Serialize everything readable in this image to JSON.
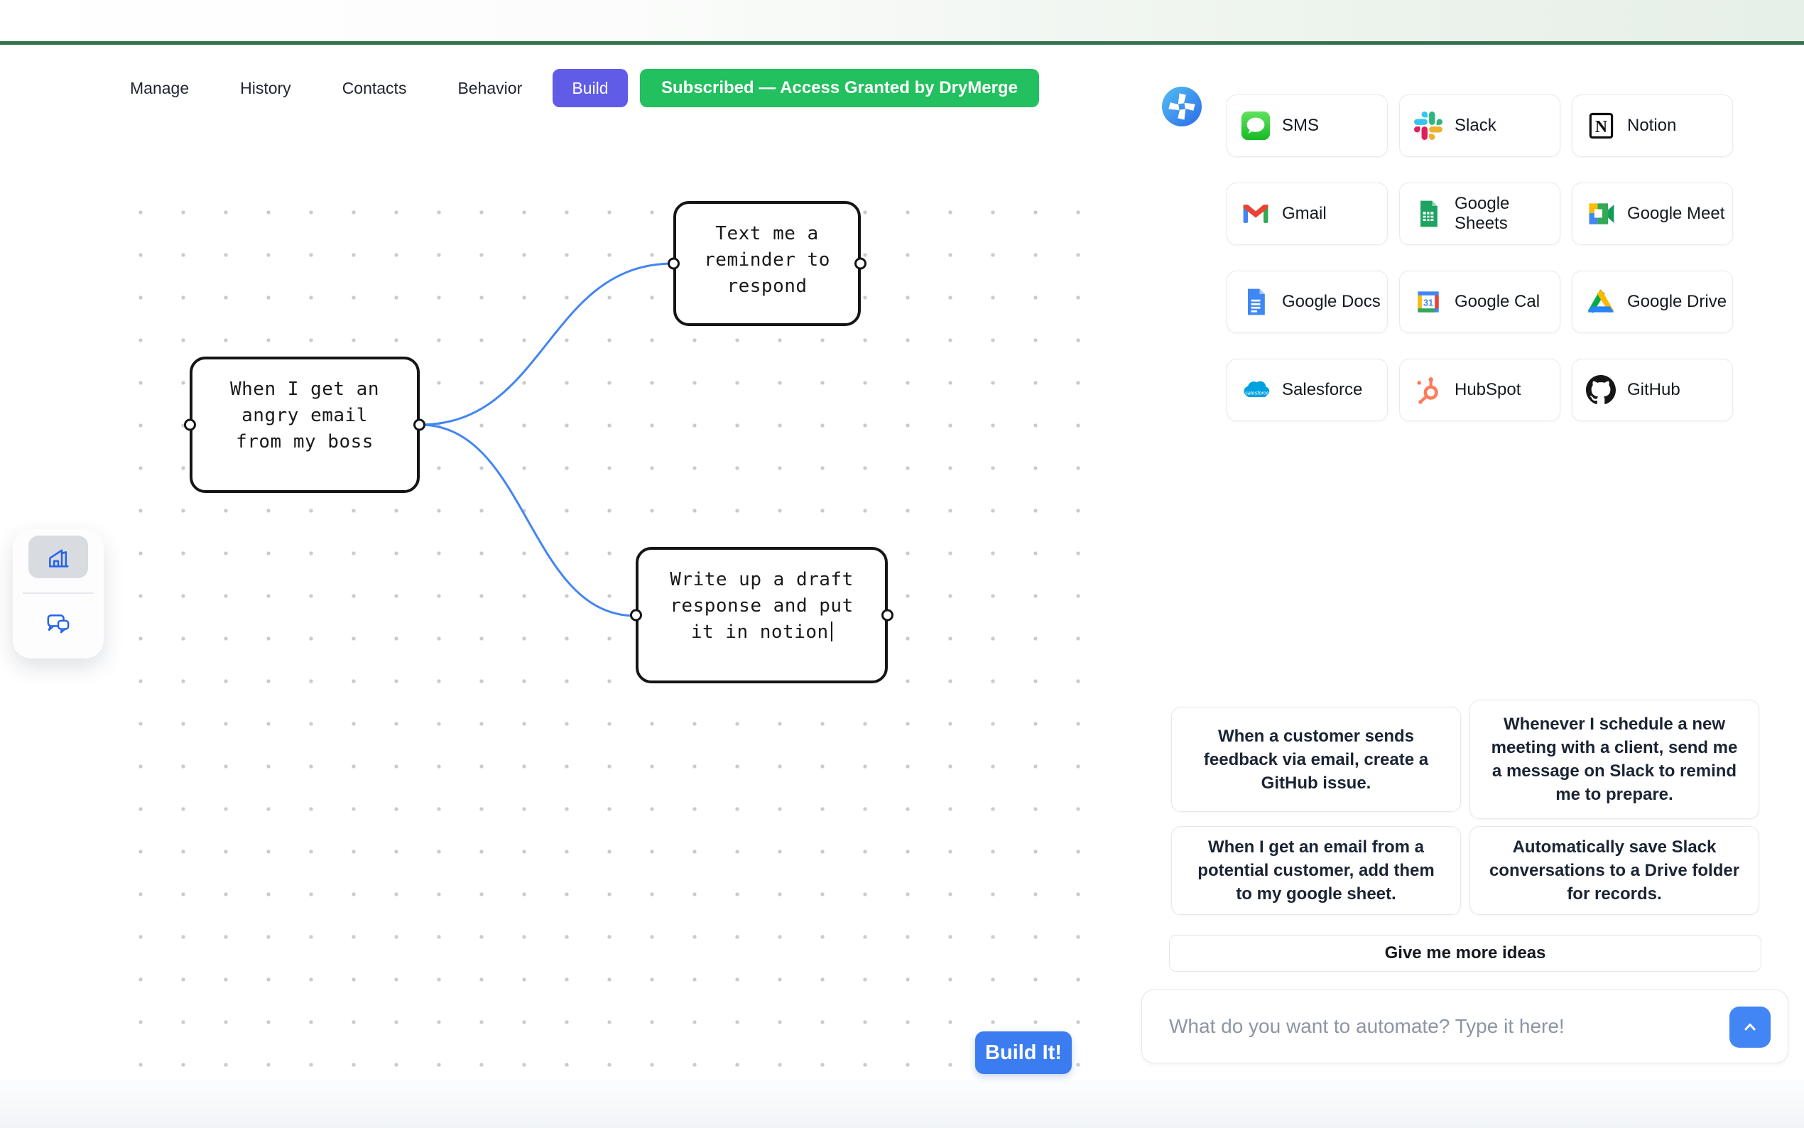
{
  "header": {
    "tabs": [
      "Manage",
      "History",
      "Contacts",
      "Behavior"
    ],
    "build_button": "Build",
    "subscription_badge": "Subscribed — Access Granted by DryMerge"
  },
  "integrations": {
    "items": [
      {
        "name": "SMS",
        "icon": "sms-icon"
      },
      {
        "name": "Slack",
        "icon": "slack-icon"
      },
      {
        "name": "Notion",
        "icon": "notion-icon"
      },
      {
        "name": "Gmail",
        "icon": "gmail-icon"
      },
      {
        "name": "Google Sheets",
        "icon": "google-sheets-icon"
      },
      {
        "name": "Google Meet",
        "icon": "google-meet-icon"
      },
      {
        "name": "Google Docs",
        "icon": "google-docs-icon"
      },
      {
        "name": "Google Cal",
        "icon": "google-calendar-icon"
      },
      {
        "name": "Google Drive",
        "icon": "google-drive-icon"
      },
      {
        "name": "Salesforce",
        "icon": "salesforce-icon"
      },
      {
        "name": "HubSpot",
        "icon": "hubspot-icon"
      },
      {
        "name": "GitHub",
        "icon": "github-icon"
      }
    ]
  },
  "canvas": {
    "nodes": [
      {
        "id": "trigger-node",
        "text": "When I get an angry email from my boss",
        "lines": [
          "When I get an",
          "angry email",
          "from my boss"
        ]
      },
      {
        "id": "sms-action-node",
        "text": "Text me a reminder to respond",
        "lines": [
          "Text me a",
          "reminder to",
          "respond"
        ]
      },
      {
        "id": "notion-action-node",
        "text": "Write up a draft response and put it in notion",
        "lines": [
          "Write up a draft",
          "response and put",
          "it in notion"
        ],
        "has_cursor": true
      }
    ],
    "build_button": "Build It!"
  },
  "suggestions": {
    "cards": [
      "When a customer sends feedback via email, create a GitHub issue.",
      "Whenever I schedule a new meeting with a client, send me a message on Slack to remind me to prepare.",
      "When I get an email from a potential customer, add them to my google sheet.",
      "Automatically save Slack conversations to a Drive folder for records."
    ],
    "more_ideas_button": "Give me more ideas"
  },
  "composer": {
    "placeholder": "What do you want to automate? Type it here!",
    "send_icon": "chevron-up-icon"
  },
  "colors": {
    "accent_purple": "#615ce8",
    "accent_green": "#22c05e",
    "edge_blue": "#4285f4",
    "button_blue": "#3b7cf0",
    "header_line_green": "#35714e",
    "sidebar_icon_blue": "#2563eb"
  }
}
